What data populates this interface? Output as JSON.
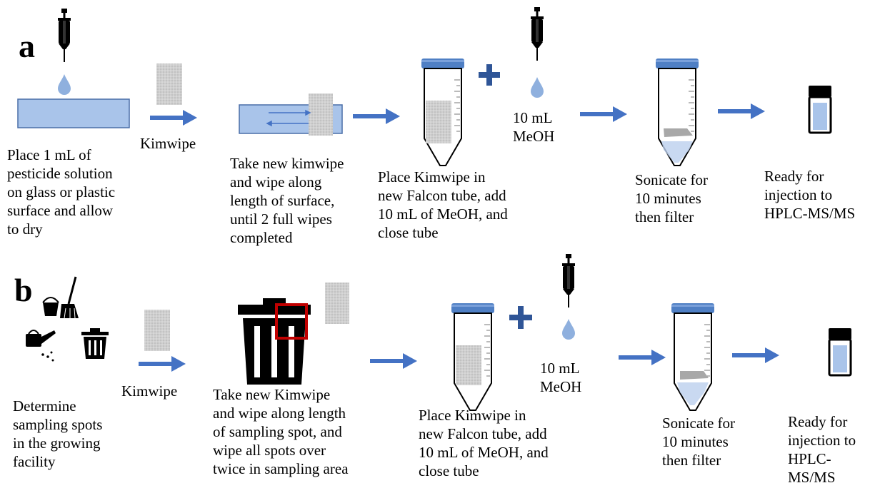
{
  "panel_a": {
    "letter": "a",
    "kimwipe_label": "Kimwipe",
    "methanol_label": "10 mL\nMeOH",
    "steps": [
      "Place 1 mL of\npesticide solution\non glass or plastic\nsurface and allow\nto dry",
      "Take new kimwipe\nand wipe along\nlength of surface,\nuntil 2 full wipes\ncompleted",
      "Place Kimwipe in\nnew Falcon tube, add\n10 mL of MeOH, and\nclose tube",
      "Sonicate for\n10 minutes\nthen filter",
      "Ready for\ninjection to\nHPLC-MS/MS"
    ]
  },
  "panel_b": {
    "letter": "b",
    "kimwipe_label": "Kimwipe",
    "methanol_label": "10 mL\nMeOH",
    "steps": [
      "Determine\nsampling spots\nin the growing\nfacility",
      "Take new Kimwipe\nand wipe along length\nof sampling spot, and\nwipe all spots over\ntwice in sampling area",
      "Place Kimwipe in\nnew Falcon tube, add\n10 mL of MeOH, and\nclose tube",
      "Sonicate for\n10 minutes\nthen filter",
      "Ready for\ninjection to\nHPLC-\nMS/MS"
    ]
  },
  "colors": {
    "arrow": "#4472c4",
    "drop": "#8fb0de",
    "glass": "#a9c4ea",
    "kimwipe": "#c8c8c8",
    "tube_cap": "#4f7fc4",
    "highlight_box": "#c00000"
  },
  "icons": [
    "syringe-icon",
    "drop-icon",
    "kimwipe-icon",
    "falcon-tube-icon",
    "plus-icon",
    "vial-icon",
    "trash-can-icon",
    "cleaning-supplies-icon",
    "watering-can-icon"
  ]
}
